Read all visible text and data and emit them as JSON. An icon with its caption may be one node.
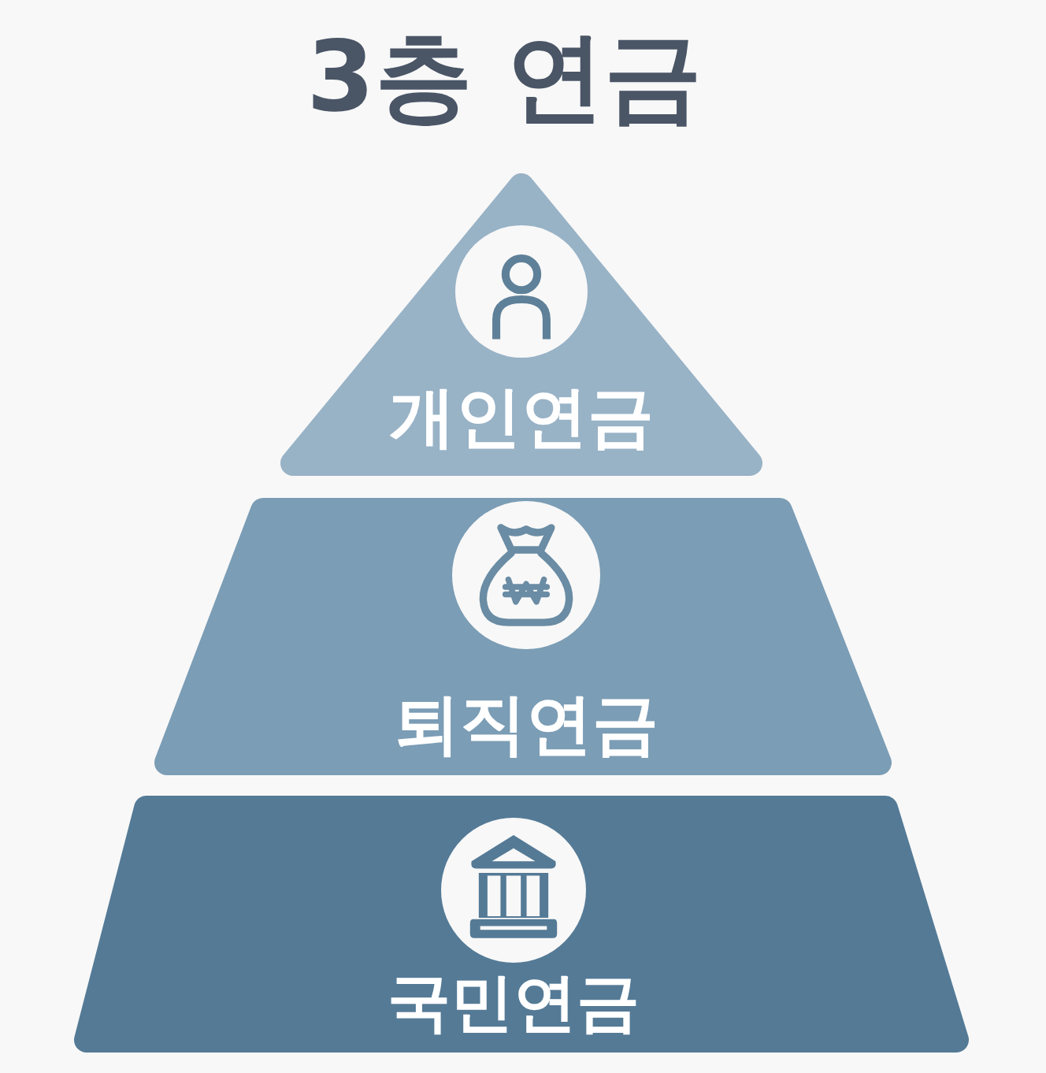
{
  "diagram": {
    "title": "3층 연금",
    "nodes": [
      {
        "text": [
          "개인연금"
        ]
      },
      {
        "text": [
          "퇴직연금"
        ]
      },
      {
        "text": [
          "국민연금"
        ]
      }
    ]
  }
}
